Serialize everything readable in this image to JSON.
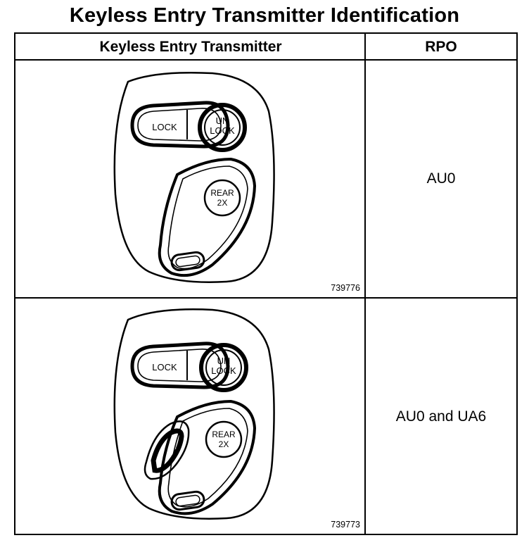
{
  "title": "Keyless Entry Transmitter Identification",
  "table": {
    "headers": {
      "transmitter": "Keyless Entry Transmitter",
      "rpo": "RPO"
    },
    "rows": [
      {
        "figure_number": "739776",
        "rpo": "AU0",
        "buttons": {
          "lock": "LOCK",
          "unlock_line1": "UN",
          "unlock_line2": "LOCK",
          "rear_line1": "REAR",
          "rear_line2": "2X"
        }
      },
      {
        "figure_number": "739773",
        "rpo": "AU0 and UA6",
        "buttons": {
          "lock": "LOCK",
          "unlock_line1": "UN",
          "unlock_line2": "LOCK",
          "rear_line1": "REAR",
          "rear_line2": "2X"
        }
      }
    ]
  }
}
